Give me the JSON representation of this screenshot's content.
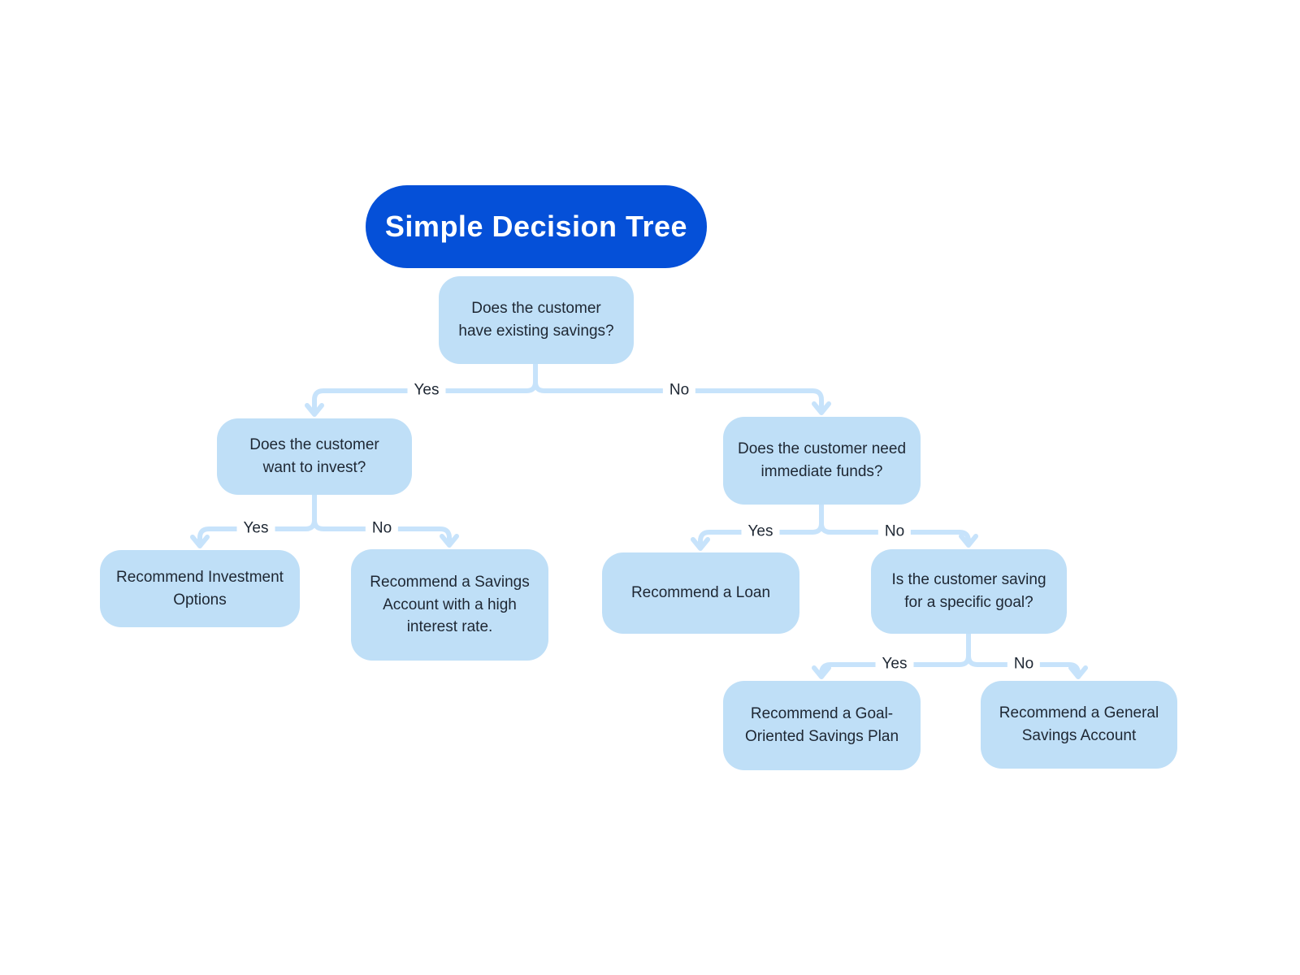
{
  "title": "Simple Decision Tree",
  "nodes": {
    "root": {
      "text": "Does the customer have existing savings?"
    },
    "invest": {
      "text": "Does the customer want to invest?"
    },
    "funds": {
      "text": "Does the customer need immediate funds?"
    },
    "investment_options": {
      "text": "Recommend Investment Options"
    },
    "savings_account": {
      "text": "Recommend a Savings Account with a high interest rate."
    },
    "loan": {
      "text": "Recommend a Loan"
    },
    "goal": {
      "text": "Is the customer saving for a specific goal?"
    },
    "goal_plan": {
      "text": "Recommend a Goal-Oriented Savings Plan"
    },
    "general_savings": {
      "text": "Recommend a General Savings Account"
    }
  },
  "edges": {
    "root_yes": {
      "label": "Yes"
    },
    "root_no": {
      "label": "No"
    },
    "invest_yes": {
      "label": "Yes"
    },
    "invest_no": {
      "label": "No"
    },
    "funds_yes": {
      "label": "Yes"
    },
    "funds_no": {
      "label": "No"
    },
    "goal_yes": {
      "label": "Yes"
    },
    "goal_no": {
      "label": "No"
    }
  },
  "colors": {
    "title_bg": "#0550d8",
    "title_text": "#ffffff",
    "node_bg": "#bfdff7",
    "node_text": "#1e2733",
    "connector": "#c7e3fb",
    "canvas_bg": "#ffffff"
  }
}
